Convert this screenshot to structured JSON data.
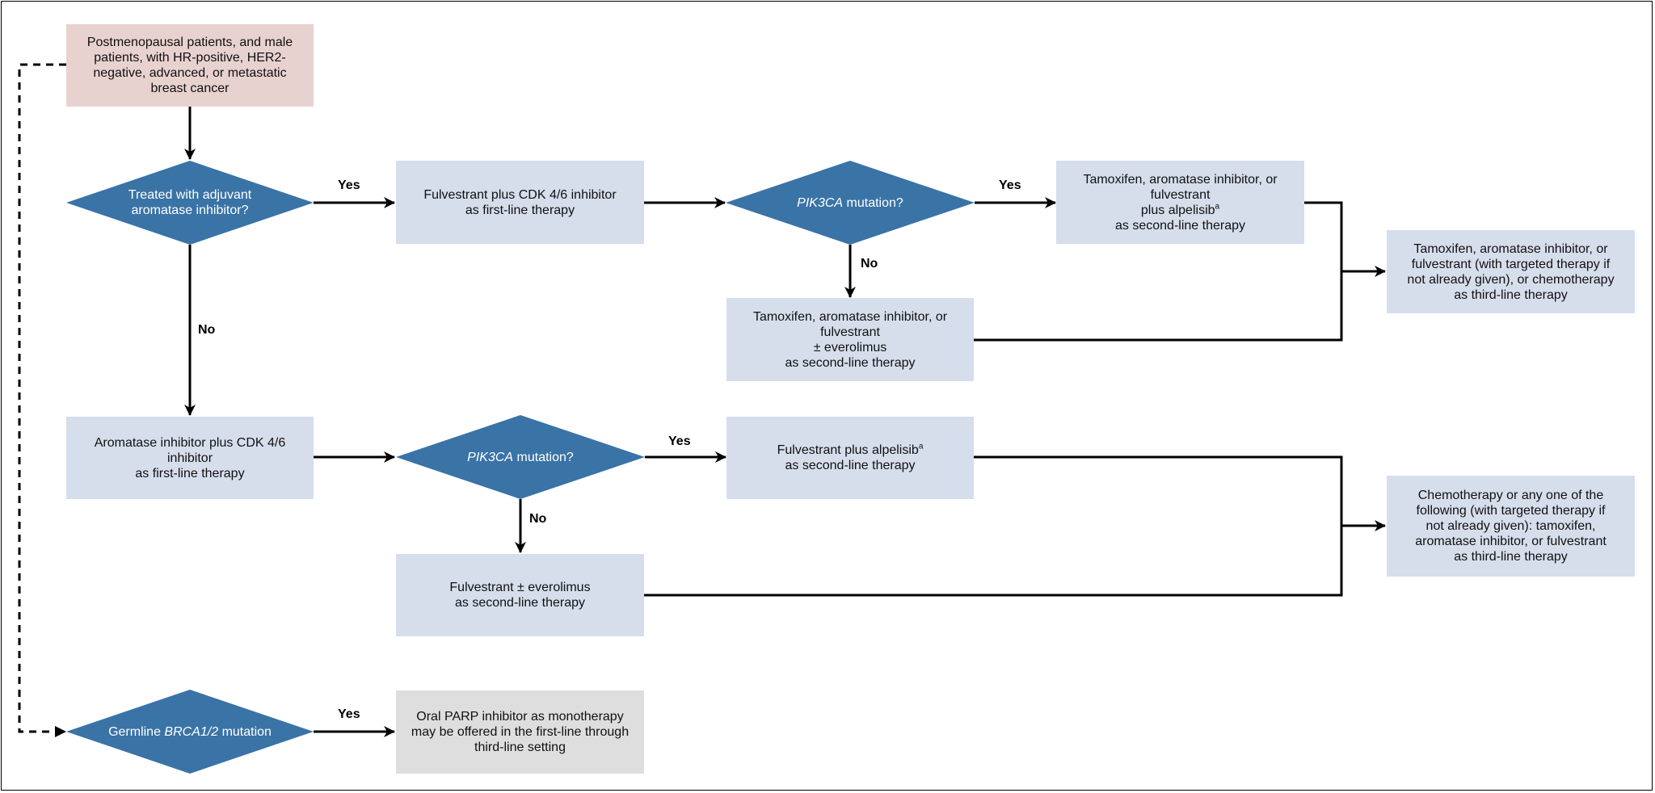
{
  "nodes": {
    "start": [
      "Postmenopausal patients, and male",
      "patients, with HR-positive, HER2-",
      "negative, advanced, or metastatic",
      "breast cancer"
    ],
    "q_adjuvant": [
      "Treated with adjuvant",
      "aromatase inhibitor?"
    ],
    "fulv_cdk_first": [
      "Fulvestrant plus CDK 4/6 inhibitor",
      "as first-line therapy"
    ],
    "pik3ca_top": {
      "gene": "PIK3CA",
      "rest": " mutation?"
    },
    "tam_alpelisib": {
      "l1": "Tamoxifen, aromatase inhibitor, or",
      "l2": "fulvestrant",
      "l3": "plus alpelisib",
      "sup": "a",
      "l4": "as second-line therapy"
    },
    "tam_everolimus": [
      "Tamoxifen, aromatase inhibitor, or",
      "fulvestrant",
      "± everolimus",
      "as second-line therapy"
    ],
    "third_top": [
      "Tamoxifen, aromatase inhibitor, or",
      "fulvestrant (with targeted therapy if",
      "not already given), or chemotherapy",
      "as third-line therapy"
    ],
    "ai_cdk_first": [
      "Aromatase inhibitor plus CDK 4/6",
      "inhibitor",
      "as first-line therapy"
    ],
    "pik3ca_mid": {
      "gene": "PIK3CA",
      "rest": " mutation?"
    },
    "fulv_alpelisib": {
      "l1": "Fulvestrant plus alpelisib",
      "sup": "a",
      "l2": "as second-line therapy"
    },
    "fulv_everolimus": [
      "Fulvestrant ± everolimus",
      "as second-line therapy"
    ],
    "third_mid": [
      "Chemotherapy or any one of the",
      "following (with targeted therapy if",
      "not already given): tamoxifen,",
      "aromatase inhibitor, or fulvestrant",
      "as third-line therapy"
    ],
    "brca": {
      "pre": "Germline ",
      "gene": "BRCA1/2",
      "post": " mutation"
    },
    "parp": [
      "Oral PARP inhibitor as monotherapy",
      "may be offered in the first-line through",
      "third-line setting"
    ]
  },
  "labels": {
    "yes_1": "Yes",
    "yes_2": "Yes",
    "no_1": "No",
    "no_2": "No",
    "yes_3": "Yes",
    "no_3": "No",
    "yes_4": "Yes"
  },
  "colors": {
    "decision": "#3a73a6",
    "box_blue": "#d6deec",
    "box_pink": "#e8d2cf",
    "box_gray": "#dedede",
    "line": "#000000"
  }
}
